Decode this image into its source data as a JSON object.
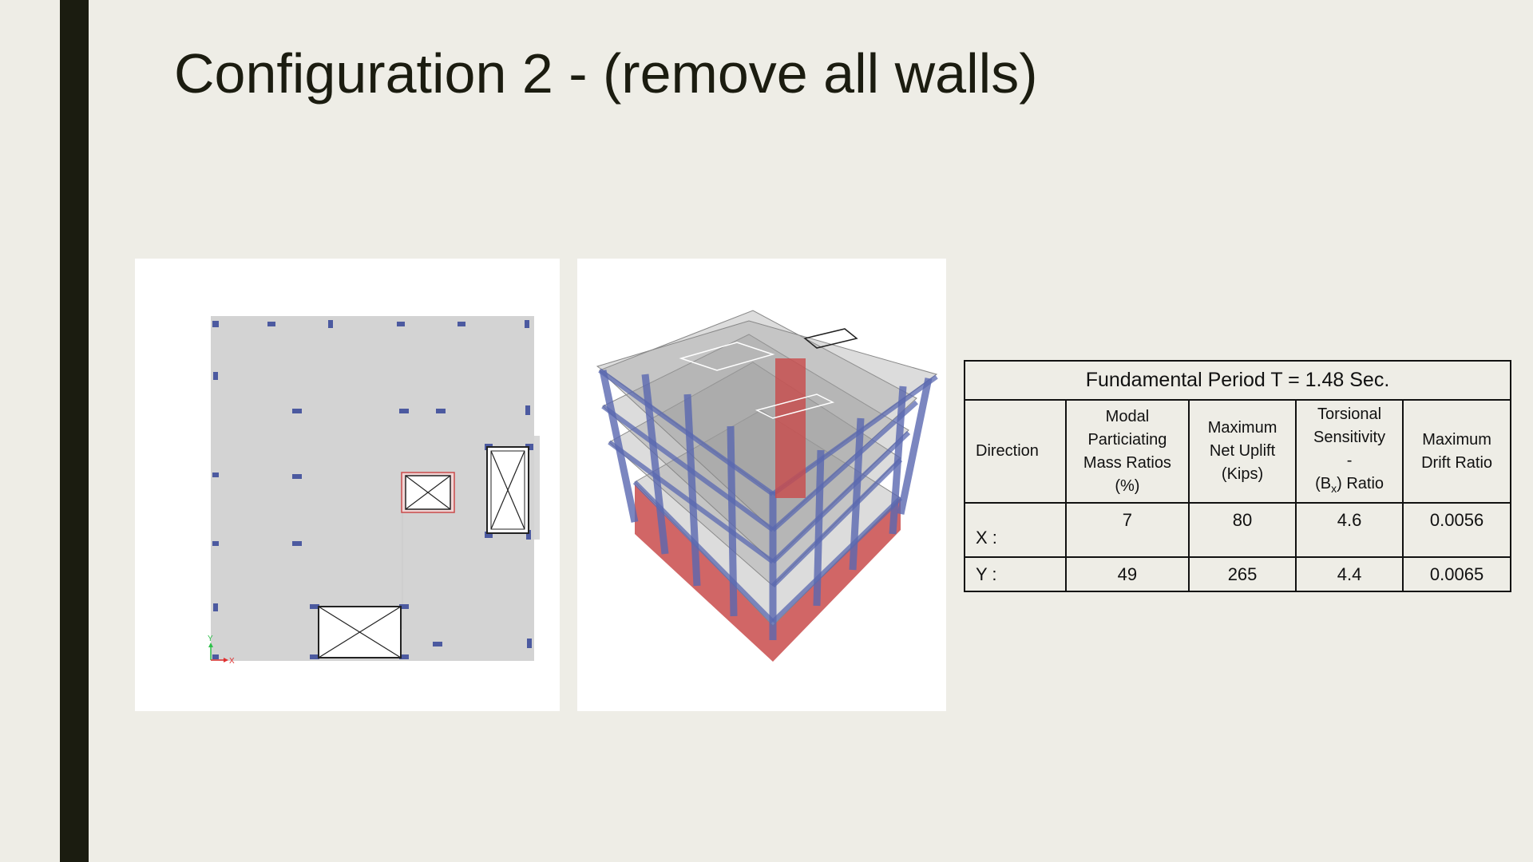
{
  "slide": {
    "title": "Configuration 2 - (remove all walls)"
  },
  "table": {
    "period": "Fundamental Period T = 1.48 Sec.",
    "headers": {
      "direction": "Direction",
      "modal_l1": "Modal",
      "modal_l2": "Particiating",
      "modal_l3": "Mass Ratios",
      "modal_l4": "(%)",
      "uplift_l1": "Maximum",
      "uplift_l2": "Net Uplift",
      "uplift_l3": "(Kips)",
      "torsion_l1": "Torsional",
      "torsion_l2": "Sensitivity",
      "torsion_l3": "-",
      "torsion_l4a": "(B",
      "torsion_l4sub": "x",
      "torsion_l4b": ") Ratio",
      "drift_l1": "Maximum",
      "drift_l2": "Drift Ratio"
    },
    "rows": [
      {
        "label": "X :",
        "modal": "7",
        "uplift": "80",
        "torsion": "4.6",
        "drift": "0.0056"
      },
      {
        "label": "Y :",
        "modal": "49",
        "uplift": "265",
        "torsion": "4.4",
        "drift": "0.0065"
      }
    ]
  },
  "plan_axes": {
    "x": "X",
    "y": "Y"
  },
  "colors": {
    "background": "#eeede6",
    "bar": "#1b1c10",
    "slab": "#d3d3d3",
    "column": "#4c5aa0",
    "core": "#c94b4b"
  }
}
